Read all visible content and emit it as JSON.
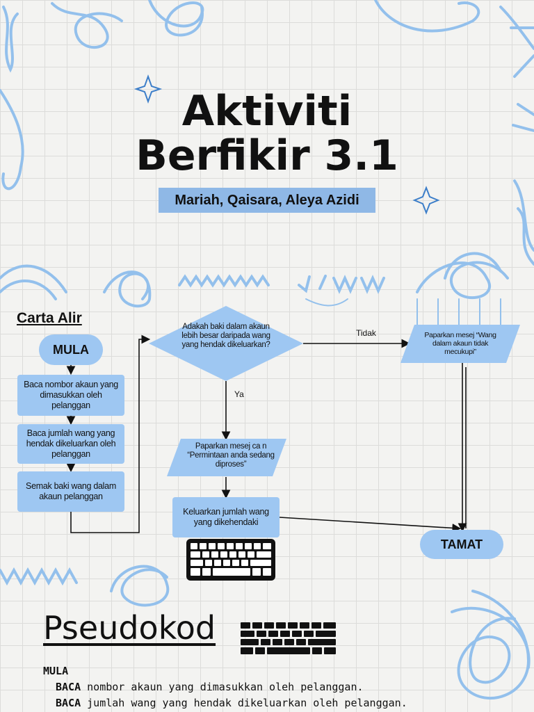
{
  "title": {
    "line1": "Aktiviti",
    "line2": "Berfikir 3.1"
  },
  "authors": "Mariah, Qaisara, Aleya Azidi",
  "flowchart": {
    "section_label": "Carta Alir",
    "start": "MULA",
    "steps": [
      "Baca nombor akaun yang dimasukkan oleh pelanggan",
      "Baca jumlah wang yang hendak dikeluarkan oleh pelanggan",
      "Semak baki wang dalam akaun pelanggan"
    ],
    "decision": "Adakah baki dalam akaun lebih besar daripada wang yang hendak dikeluarkan?",
    "no_label": "Tidak",
    "yes_label": "Ya",
    "output_no": "Paparkan mesej “Wang dalam akaun tidak mecukupi”",
    "output_yes": "Paparkan mesej ca n “Permintaan anda sedang diproses”",
    "dispense": "Keluarkan jumlah wang yang dikehendaki",
    "end": "TAMAT"
  },
  "pseudocode": {
    "heading": "Pseudokod",
    "lines": [
      {
        "keyword": "MULA",
        "text": ""
      },
      {
        "keyword": "BACA",
        "text": " nombor akaun yang dimasukkan oleh pelanggan."
      },
      {
        "keyword": "BACA",
        "text": " jumlah wang yang hendak dikeluarkan oleh pelanggan."
      }
    ]
  },
  "colors": {
    "accent": "#9ec7f2",
    "deco": "#93c0ec",
    "ink": "#111111"
  },
  "icons": [
    "keyboard-icon",
    "sparkle-icon",
    "scribble-decoration"
  ]
}
